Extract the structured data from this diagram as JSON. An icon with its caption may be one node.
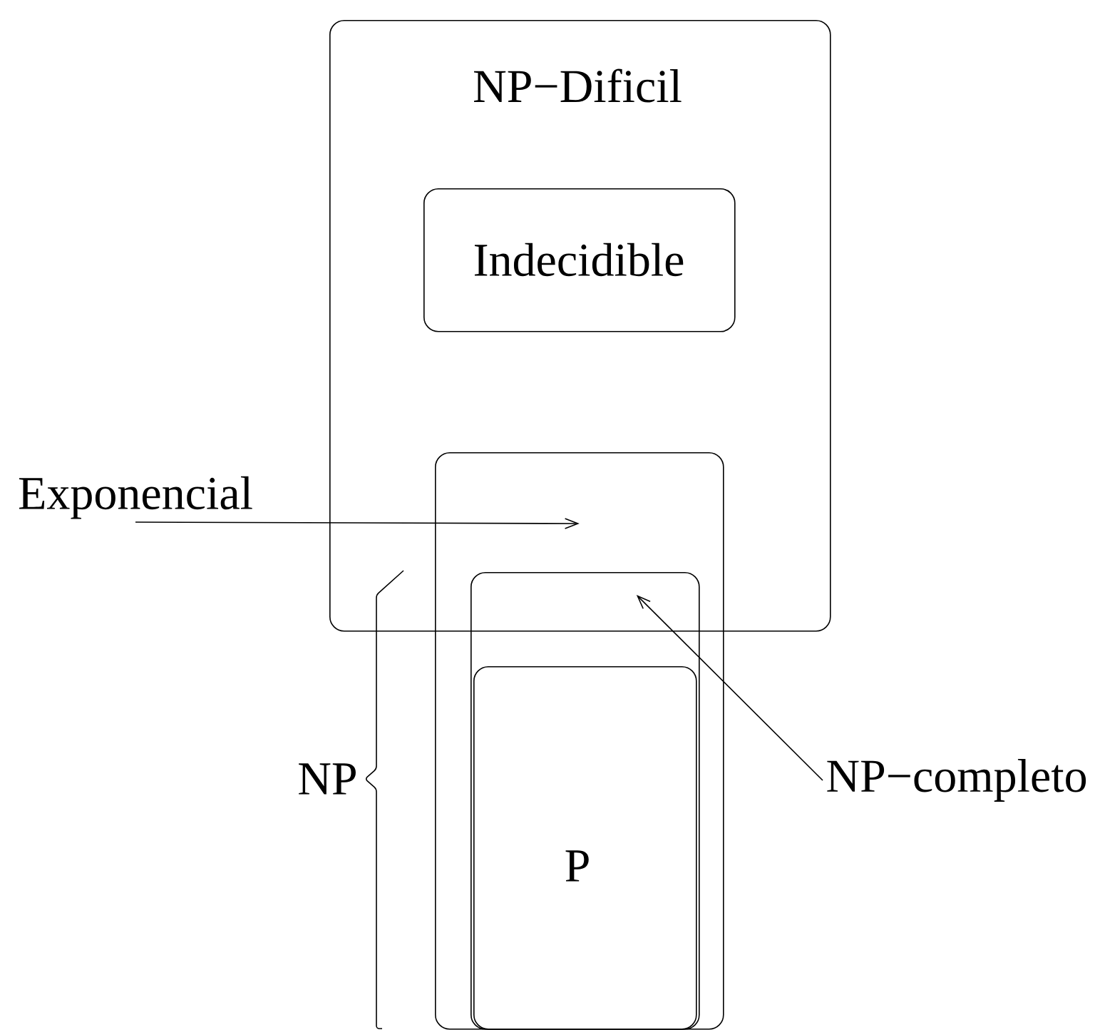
{
  "diagram": {
    "nodes": [
      {
        "text": [
          "NP−Dificil"
        ]
      },
      {
        "text": [
          "Indecidible"
        ],
        "in": 0
      },
      {
        "text": [],
        "shape": "box"
      },
      {
        "text": [],
        "shape": "box",
        "in": 2
      },
      {
        "text": [
          "P"
        ],
        "in": 3
      },
      {
        "text": [
          "Exponencial"
        ]
      },
      {
        "text": [
          "NP−completo"
        ]
      }
    ],
    "edges": [
      {
        "from": 5,
        "to": 2,
        "arrow": "to"
      },
      {
        "from": 6,
        "to": 3,
        "arrow": "to"
      }
    ],
    "labels": [
      "NP"
    ]
  }
}
